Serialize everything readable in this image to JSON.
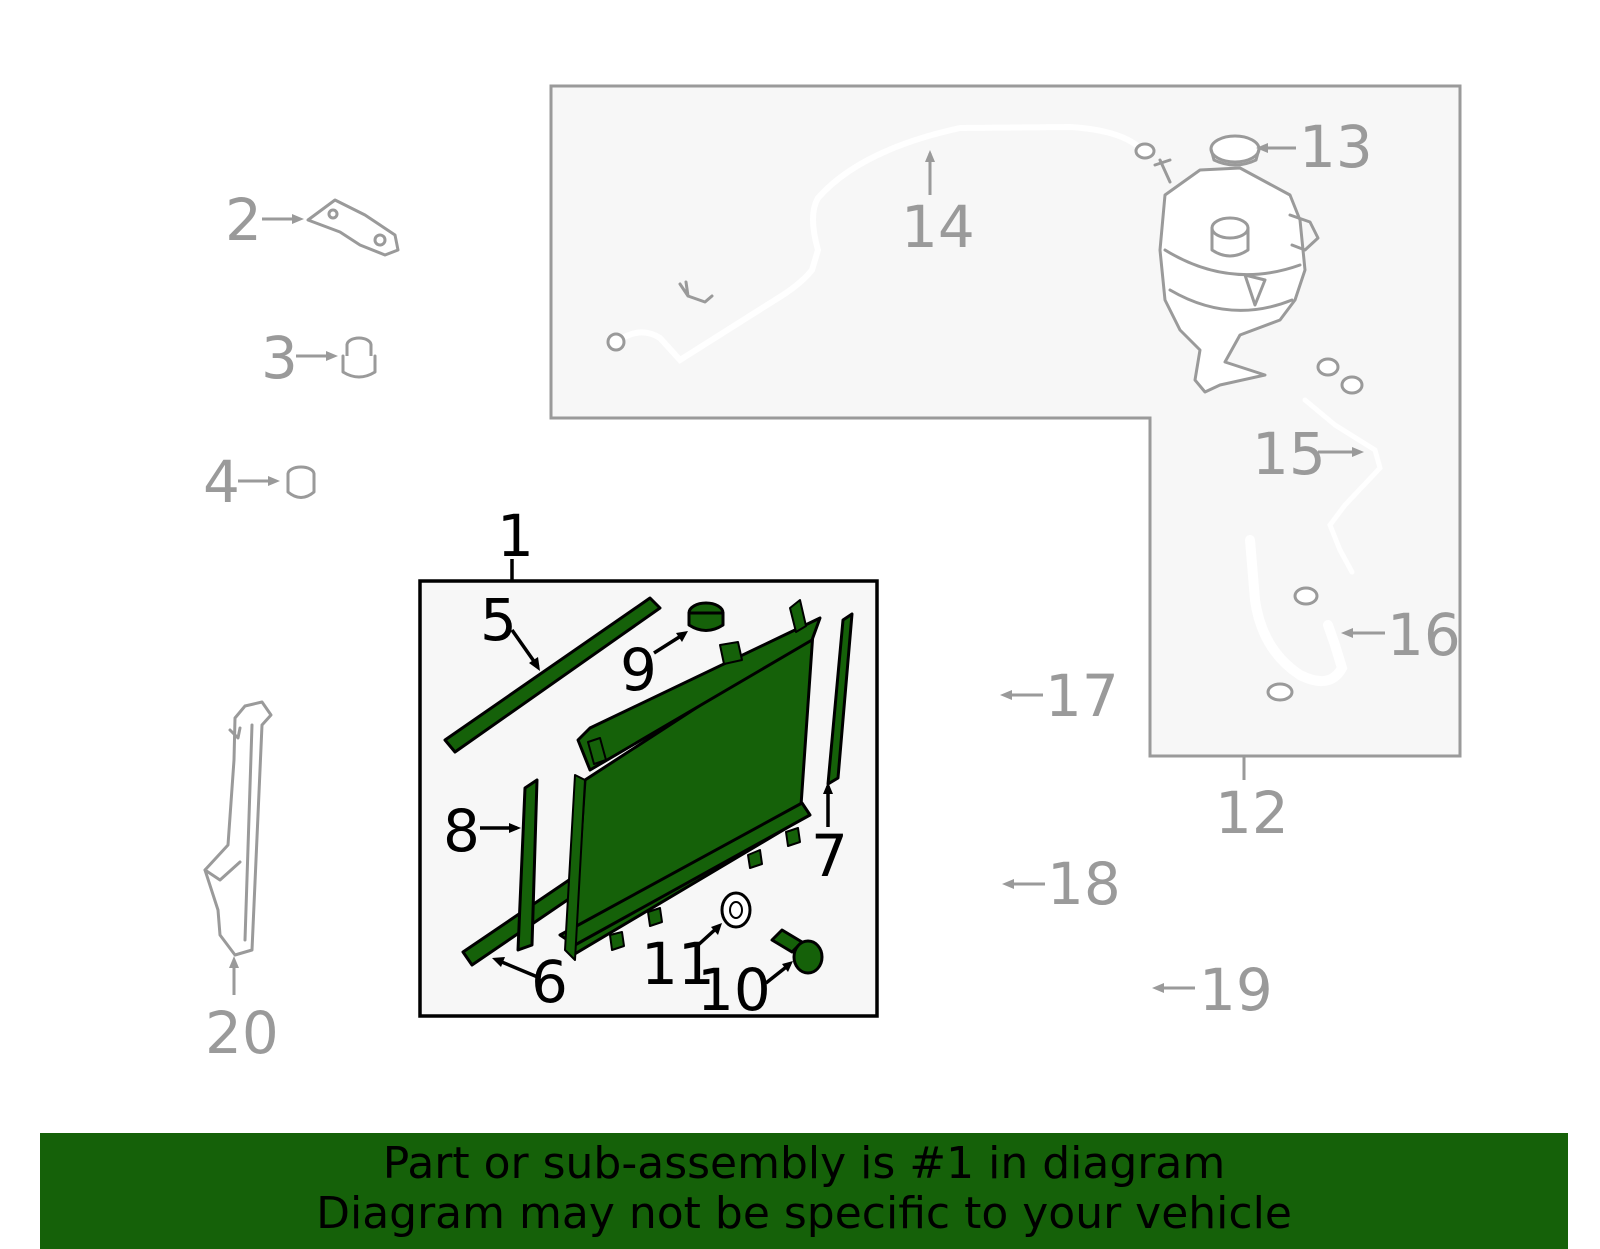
{
  "diagram": {
    "callouts": {
      "c1": "1",
      "c2": "2",
      "c3": "3",
      "c4": "4",
      "c5": "5",
      "c6": "6",
      "c7": "7",
      "c8": "8",
      "c9": "9",
      "c10": "10",
      "c11": "11",
      "c12": "12",
      "c13": "13",
      "c14": "14",
      "c15": "15",
      "c16": "16",
      "c17": "17",
      "c18": "18",
      "c19": "19",
      "c20": "20"
    },
    "highlighted_part": "1",
    "colors": {
      "highlight": "#156109",
      "inactive": "#9a9a9a",
      "box_fill": "#f7f7f7"
    }
  },
  "banner": {
    "line1": "Part or sub-assembly is #1 in diagram",
    "line2": "Diagram may not be specific to your vehicle"
  }
}
